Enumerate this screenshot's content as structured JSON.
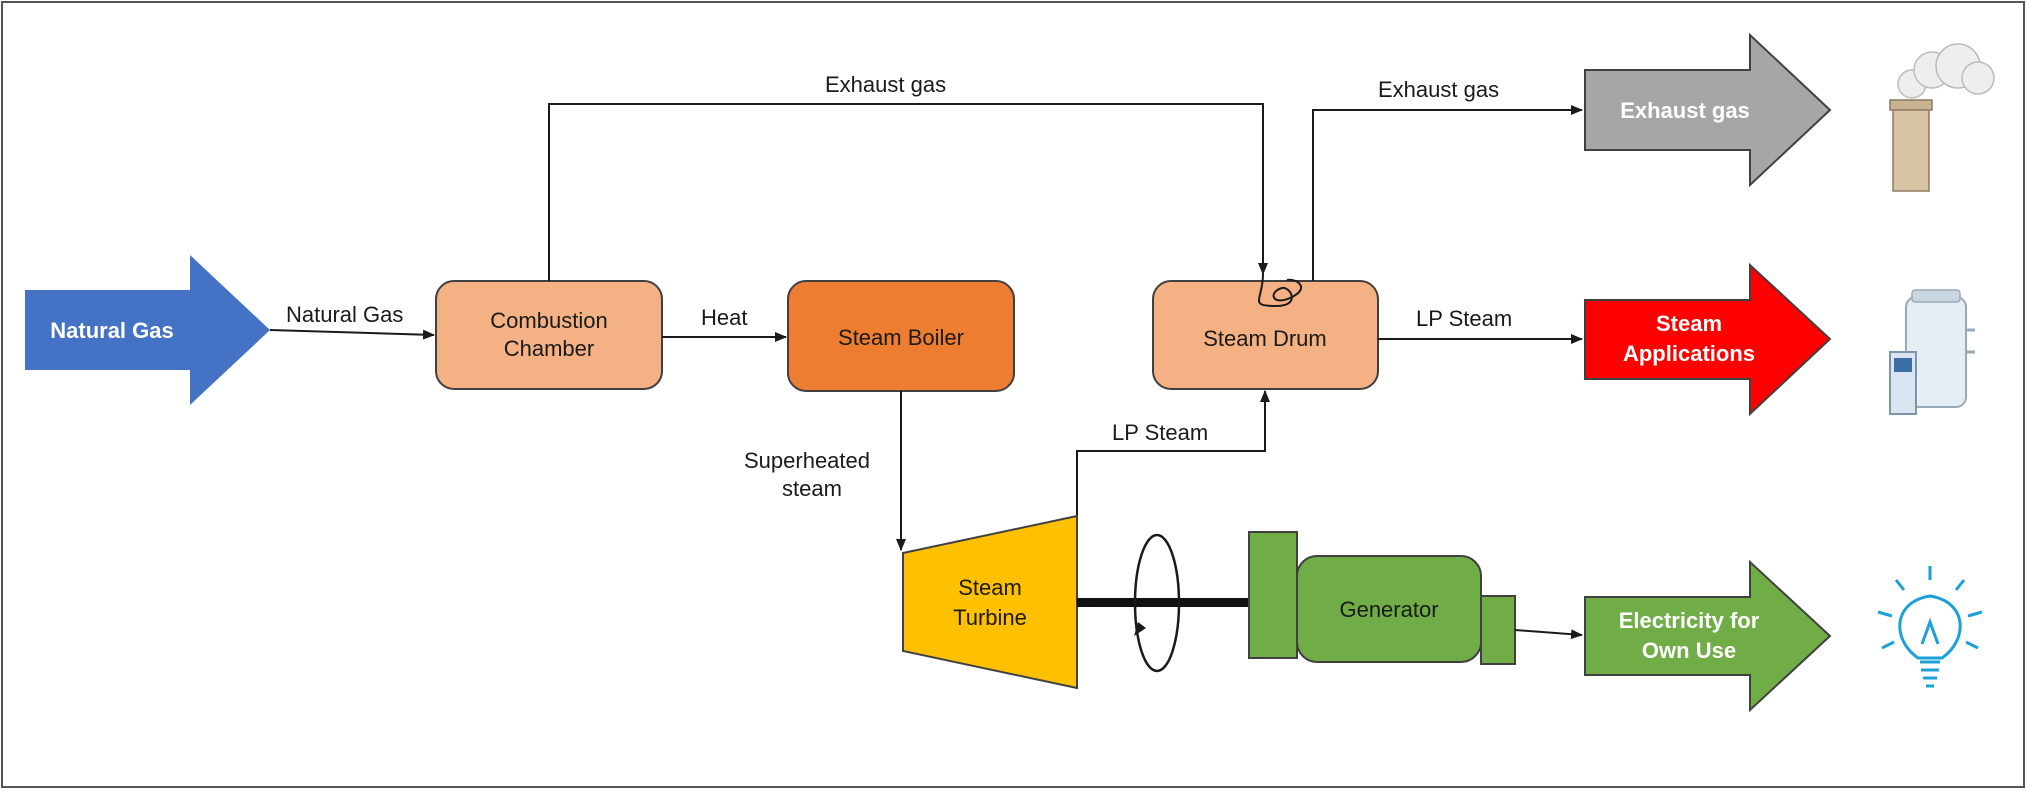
{
  "inputs": {
    "natural_gas": "Natural Gas"
  },
  "nodes": {
    "combustion_chamber": [
      "Combustion",
      "Chamber"
    ],
    "steam_boiler": "Steam Boiler",
    "steam_drum": "Steam Drum",
    "steam_turbine": [
      "Steam",
      "Turbine"
    ],
    "generator": "Generator"
  },
  "outputs": {
    "exhaust_gas": "Exhaust gas",
    "steam_applications": [
      "Steam",
      "Applications"
    ],
    "electricity": [
      "Electricity for",
      "Own Use"
    ]
  },
  "flows": {
    "natural_gas": "Natural Gas",
    "heat": "Heat",
    "exhaust_gas_top": "Exhaust gas",
    "exhaust_gas_right": "Exhaust gas",
    "lp_steam_out": "LP Steam",
    "lp_steam_turbine": "LP Steam",
    "superheated_steam": [
      "Superheated",
      "steam"
    ]
  },
  "colors": {
    "natural_gas_arrow": "#4472c4",
    "combustion_chamber": "#f4b183",
    "steam_boiler": "#ed7d31",
    "steam_drum": "#f4b183",
    "steam_turbine": "#ffc000",
    "generator": "#70ad47",
    "exhaust_arrow": "#a6a6a6",
    "steam_app_arrow": "#ff0000",
    "electricity_arrow": "#70ad47"
  },
  "icons": [
    "chimney-smoke-icon",
    "boiler-tank-icon",
    "lightbulb-icon",
    "rotation-icon"
  ]
}
